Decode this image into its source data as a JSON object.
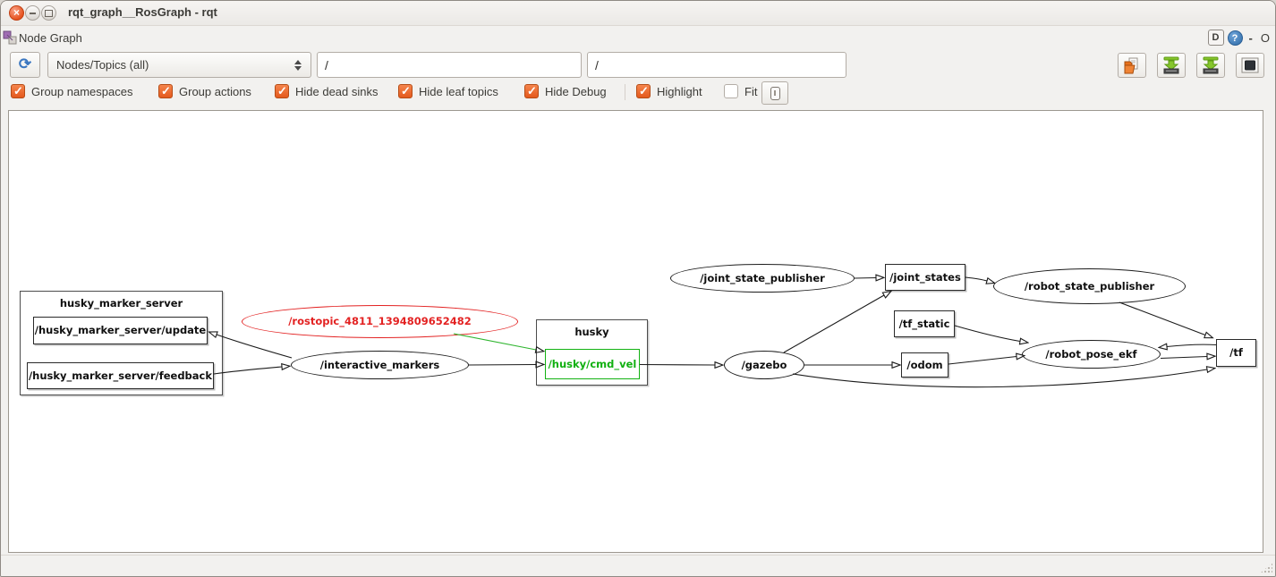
{
  "window": {
    "title": "rqt_graph__RosGraph - rqt"
  },
  "dock": {
    "title": "Node Graph",
    "detach_label": "D",
    "help_label": "?",
    "minimize_label": "-",
    "close_label": "O"
  },
  "toolbar": {
    "refresh_icon": "circular-arrow",
    "graph_type_value": "Nodes/Topics (all)",
    "node_filter_value": "/",
    "topic_filter_value": "/",
    "buttons": [
      {
        "name": "open-dot",
        "icon": "folder-open"
      },
      {
        "name": "save-dot",
        "icon": "save-drive-green-arrow"
      },
      {
        "name": "save-svg",
        "icon": "save-drive-green-arrow"
      },
      {
        "name": "save-image",
        "icon": "image-frame"
      }
    ]
  },
  "filters": {
    "items": [
      {
        "label": "Group namespaces",
        "checked": true
      },
      {
        "label": "Group actions",
        "checked": true
      },
      {
        "label": "Hide dead sinks",
        "checked": true
      },
      {
        "label": "Hide leaf topics",
        "checked": true
      },
      {
        "label": "Hide Debug",
        "checked": true
      },
      {
        "label": "Highlight",
        "checked": true
      },
      {
        "label": "Fit",
        "checked": false
      }
    ]
  },
  "graph": {
    "nodes": {
      "husky_marker_server_group": {
        "label": "husky_marker_server",
        "type": "namespace-box"
      },
      "update_topic": {
        "label": "/husky_marker_server/update",
        "type": "topic-box"
      },
      "feedback_topic": {
        "label": "/husky_marker_server/feedback",
        "type": "topic-box"
      },
      "rostopic_node": {
        "label": "/rostopic_4811_1394809652482",
        "type": "node-ellipse",
        "color": "#e32222"
      },
      "interactive_markers_node": {
        "label": "/interactive_markers",
        "type": "node-ellipse"
      },
      "husky_group": {
        "label": "husky",
        "type": "namespace-box"
      },
      "cmd_vel_topic": {
        "label": "/husky/cmd_vel",
        "type": "topic-box",
        "color": "#10b010"
      },
      "gazebo_node": {
        "label": "/gazebo",
        "type": "node-ellipse"
      },
      "joint_state_publisher_node": {
        "label": "/joint_state_publisher",
        "type": "node-ellipse"
      },
      "joint_states_topic": {
        "label": "/joint_states",
        "type": "topic-box"
      },
      "robot_state_publisher_node": {
        "label": "/robot_state_publisher",
        "type": "node-ellipse"
      },
      "tf_static_topic": {
        "label": "/tf_static",
        "type": "topic-box"
      },
      "odom_topic": {
        "label": "/odom",
        "type": "topic-box"
      },
      "robot_pose_ekf_node": {
        "label": "/robot_pose_ekf",
        "type": "node-ellipse"
      },
      "tf_topic": {
        "label": "/tf",
        "type": "topic-box"
      }
    },
    "edges": [
      {
        "from": "/husky_marker_server/feedback",
        "to": "/interactive_markers"
      },
      {
        "from": "/interactive_markers",
        "to": "/husky_marker_server/update"
      },
      {
        "from": "/rostopic_4811_1394809652482",
        "to": "/husky/cmd_vel",
        "color": "#2fb52f"
      },
      {
        "from": "/interactive_markers",
        "to": "/husky/cmd_vel"
      },
      {
        "from": "/husky/cmd_vel",
        "to": "/gazebo"
      },
      {
        "from": "/gazebo",
        "to": "/joint_states"
      },
      {
        "from": "/gazebo",
        "to": "/odom"
      },
      {
        "from": "/gazebo",
        "to": "/tf"
      },
      {
        "from": "/joint_state_publisher",
        "to": "/joint_states"
      },
      {
        "from": "/joint_states",
        "to": "/robot_state_publisher"
      },
      {
        "from": "/robot_state_publisher",
        "to": "/tf"
      },
      {
        "from": "/tf_static",
        "to": "/robot_pose_ekf"
      },
      {
        "from": "/odom",
        "to": "/robot_pose_ekf"
      },
      {
        "from": "/robot_pose_ekf",
        "to": "/tf"
      },
      {
        "from": "/tf",
        "to": "/robot_pose_ekf"
      }
    ]
  },
  "colors": {
    "accent_orange": "#e4591d",
    "highlight_green": "#10b010",
    "warn_red": "#e32222",
    "help_blue": "#2f6ca8"
  }
}
